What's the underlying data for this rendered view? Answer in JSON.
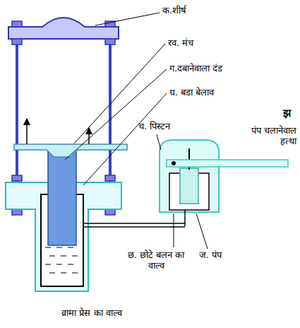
{
  "diagram": {
    "caption": "व्रामा प्रेस का वाल्व",
    "labels": [
      "क.शीर्ष",
      "रव. मंच",
      "ग.दबानेवाला दंड",
      "ध. बडा बेलाव",
      "च. पिस्टन",
      "झ",
      "पंप चलानेवाल हत्था",
      "छ. छोटे बलन का वाल्व",
      "ज. पंप"
    ]
  }
}
